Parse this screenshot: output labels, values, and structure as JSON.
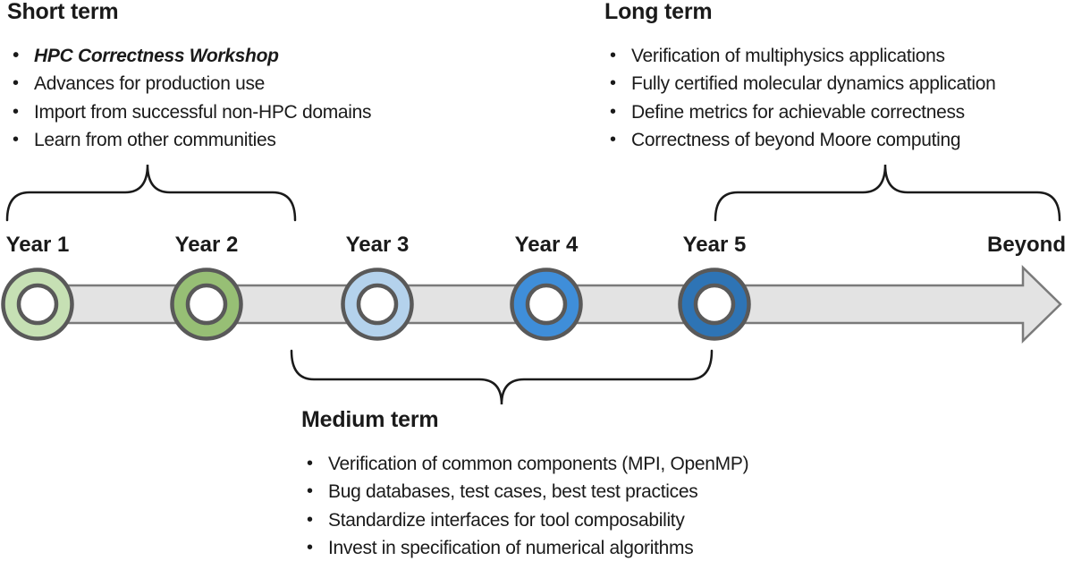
{
  "sections": {
    "short": {
      "title": "Short term",
      "items": [
        "HPC Correctness Workshop",
        "Advances for production use",
        "Import from successful non-HPC domains",
        "Learn from other communities"
      ]
    },
    "long": {
      "title": "Long term",
      "items": [
        "Verification of multiphysics applications",
        "Fully certified molecular dynamics application",
        "Define metrics for achievable correctness",
        "Correctness of beyond Moore computing"
      ]
    },
    "medium": {
      "title": "Medium term",
      "items": [
        "Verification of common components (MPI, OpenMP)",
        "Bug databases, test cases, best test practices",
        "Standardize interfaces for tool composability",
        "Invest in specification of numerical algorithms"
      ]
    }
  },
  "timeline": {
    "bar_fill": "#e3e3e3",
    "milestones": [
      {
        "label": "Year 1",
        "color": "#c6e0b4"
      },
      {
        "label": "Year 2",
        "color": "#97bf75"
      },
      {
        "label": "Year 3",
        "color": "#b4d2ec"
      },
      {
        "label": "Year 4",
        "color": "#3f8ed9"
      },
      {
        "label": "Year 5",
        "color": "#2e74b5"
      }
    ],
    "end_label": "Beyond"
  }
}
